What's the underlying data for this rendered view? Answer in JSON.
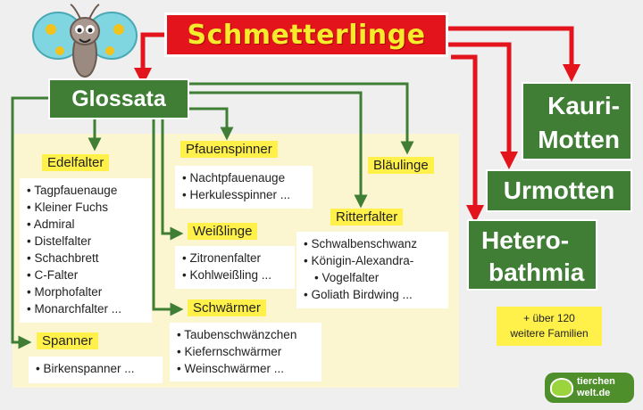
{
  "title": "Schmetterlinge",
  "glossata": "Glossata",
  "kauri": [
    "Kauri-",
    "Motten"
  ],
  "urmotten": "Urmotten",
  "hetero": [
    "Hetero-",
    "bathmia"
  ],
  "more": [
    "+ über 120",
    "weitere Familien"
  ],
  "groups": {
    "edelfalter": {
      "label": "Edelfalter",
      "items": [
        "Tagpfauenauge",
        "Kleiner Fuchs",
        "Admiral",
        "Distelfalter",
        "Schachbrett",
        "C-Falter",
        "Morphofalter",
        "Monarchfalter ..."
      ]
    },
    "spanner": {
      "label": "Spanner",
      "items": [
        "Birkenspanner ..."
      ]
    },
    "pfauenspinner": {
      "label": "Pfauenspinner",
      "items": [
        "Nachtpfauenauge",
        "Herkulesspinner ..."
      ]
    },
    "weisslinge": {
      "label": "Weißlinge",
      "items": [
        "Zitronenfalter",
        "Kohlweißling ..."
      ]
    },
    "schwaermer": {
      "label": "Schwärmer",
      "items": [
        "Taubenschwänzchen",
        "Kiefernschwärmer",
        "Weinschwärmer ..."
      ]
    },
    "blaeulinge": {
      "label": "Bläulinge"
    },
    "ritterfalter": {
      "label": "Ritterfalter",
      "items": [
        "Schwalbenschwanz",
        "Königin-Alexandra-",
        "Vogelfalter",
        "Goliath Birdwing ..."
      ]
    }
  },
  "logo": [
    "tierchen",
    "welt.de"
  ],
  "colors": {
    "red": "#e3141c",
    "green": "#3f7e34",
    "yellow": "#fff14a",
    "panel": "#fbf6cf"
  }
}
